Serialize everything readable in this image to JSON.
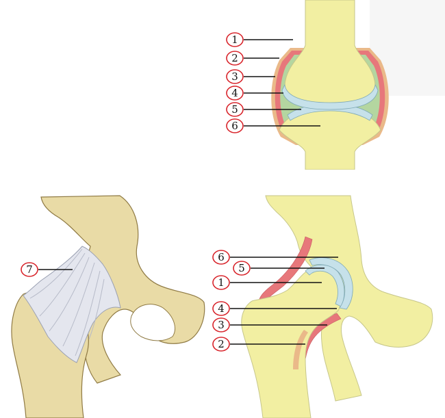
{
  "colors": {
    "bone_diagram": "#f2efa2",
    "bone_real": "#e9dba6",
    "capsule_red": "#e7777b",
    "capsule_tan": "#eab989",
    "synovial_green": "#b4d6a0",
    "cartilage_blue": "#c6e1ea",
    "ligament": "#e4e6ee",
    "callout_ring": "#d8232a",
    "leader": "#111111"
  },
  "top_diagram": {
    "callouts": [
      {
        "label": "1"
      },
      {
        "label": "2"
      },
      {
        "label": "3"
      },
      {
        "label": "4"
      },
      {
        "label": "5"
      },
      {
        "label": "6"
      }
    ]
  },
  "hip_ligament": {
    "callouts": [
      {
        "label": "7"
      }
    ]
  },
  "hip_diagram": {
    "callouts": [
      {
        "label": "6"
      },
      {
        "label": "5"
      },
      {
        "label": "1"
      },
      {
        "label": "4"
      },
      {
        "label": "3"
      },
      {
        "label": "2"
      }
    ]
  }
}
